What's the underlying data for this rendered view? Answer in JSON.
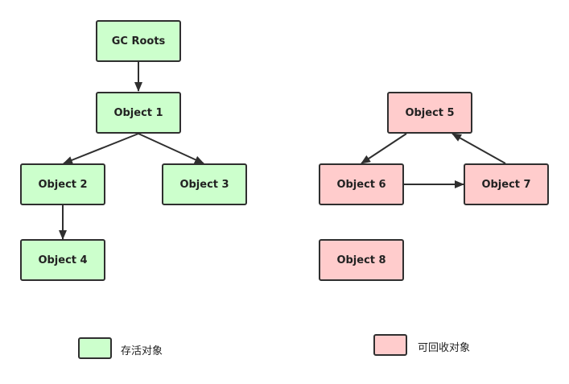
{
  "colors": {
    "live_fill": "#ccffcc",
    "dead_fill": "#ffcccc",
    "stroke": "#2f2f2f"
  },
  "nodes": {
    "gc_roots": "GC Roots",
    "object1": "Object 1",
    "object2": "Object 2",
    "object3": "Object 3",
    "object4": "Object 4",
    "object5": "Object 5",
    "object6": "Object 6",
    "object7": "Object 7",
    "object8": "Object 8"
  },
  "edges": [
    {
      "from": "GC Roots",
      "to": "Object 1"
    },
    {
      "from": "Object 1",
      "to": "Object 2"
    },
    {
      "from": "Object 1",
      "to": "Object 3"
    },
    {
      "from": "Object 2",
      "to": "Object 4"
    },
    {
      "from": "Object 5",
      "to": "Object 6"
    },
    {
      "from": "Object 6",
      "to": "Object 7"
    },
    {
      "from": "Object 7",
      "to": "Object 5"
    }
  ],
  "legend": {
    "live_label": "存活对象",
    "dead_label": "可回收对象"
  }
}
